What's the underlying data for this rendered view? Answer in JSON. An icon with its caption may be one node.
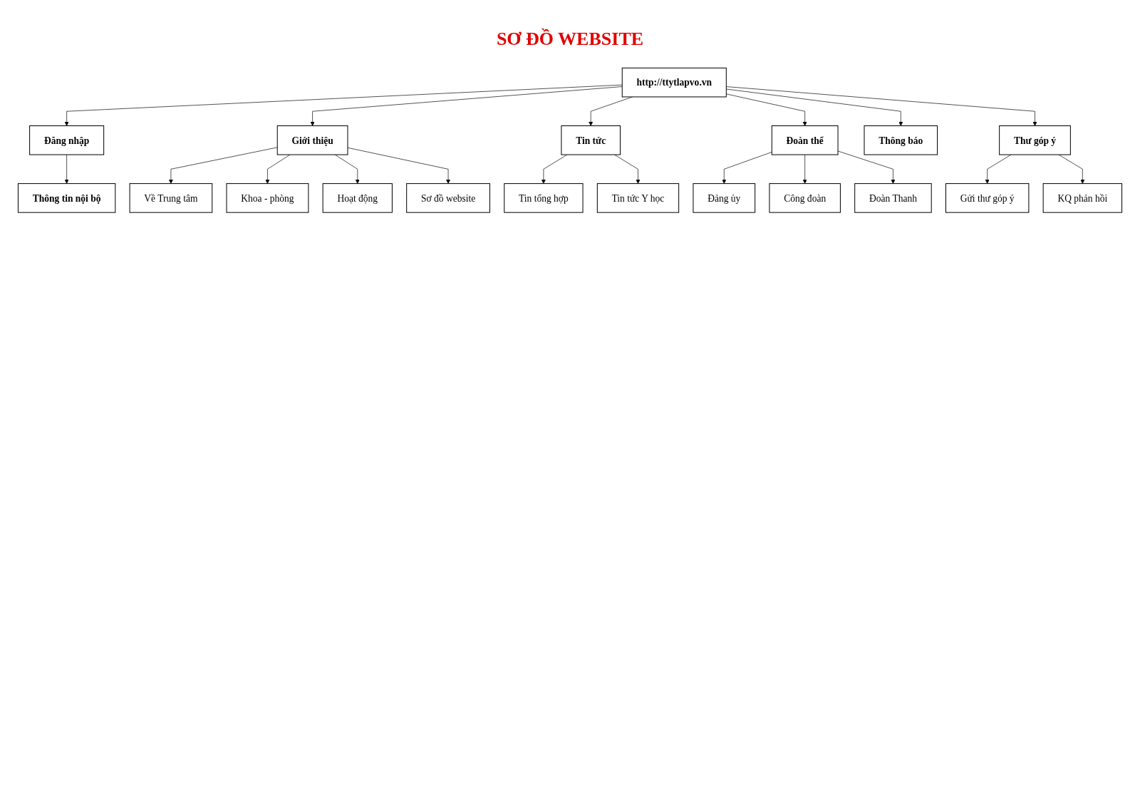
{
  "diagram": {
    "title": "SƠ ĐỒ WEBSITE",
    "nodes": [
      {
        "text": [
          "http://ttytlapvo.vn"
        ]
      },
      {
        "text": [
          "Đăng nhập"
        ]
      },
      {
        "text": [
          "Thông tin nội bộ"
        ]
      },
      {
        "text": [
          "Giới thiệu"
        ]
      },
      {
        "text": [
          "Tin tức"
        ]
      },
      {
        "text": [
          "Đoàn thể"
        ]
      },
      {
        "text": [
          "Thông báo"
        ]
      },
      {
        "text": [
          "Thư góp ý"
        ]
      },
      {
        "text": [
          "Về Trung tâm"
        ]
      },
      {
        "text": [
          "Khoa - phòng"
        ]
      },
      {
        "text": [
          "Hoạt động"
        ]
      },
      {
        "text": [
          "Sơ đồ website"
        ]
      },
      {
        "text": [
          "Tin tổng hợp"
        ]
      },
      {
        "text": [
          "Tin tức Y học"
        ]
      },
      {
        "text": [
          "Đảng ủy"
        ]
      },
      {
        "text": [
          "Công đoàn"
        ]
      },
      {
        "text": [
          "Đoàn Thanh"
        ]
      },
      {
        "text": [
          "Gửi thư góp ý"
        ]
      },
      {
        "text": [
          "KQ phản hồi"
        ]
      }
    ],
    "edges": [
      {
        "from": 0,
        "to": 1,
        "arrow": "to"
      },
      {
        "from": 1,
        "to": 2,
        "arrow": "to"
      },
      {
        "from": 0,
        "to": 3,
        "arrow": "to"
      },
      {
        "from": 0,
        "to": 4,
        "arrow": "to"
      },
      {
        "from": 0,
        "to": 5,
        "arrow": "to"
      },
      {
        "from": 0,
        "to": 6,
        "arrow": "to"
      },
      {
        "from": 0,
        "to": 7,
        "arrow": "to"
      },
      {
        "from": 3,
        "to": 8,
        "arrow": "to"
      },
      {
        "from": 3,
        "to": 9,
        "arrow": "to"
      },
      {
        "from": 3,
        "to": 10,
        "arrow": "to"
      },
      {
        "from": 3,
        "to": 11,
        "arrow": "to"
      },
      {
        "from": 4,
        "to": 12,
        "arrow": "to"
      },
      {
        "from": 4,
        "to": 13,
        "arrow": "to"
      },
      {
        "from": 5,
        "to": 14,
        "arrow": "to"
      },
      {
        "from": 5,
        "to": 15,
        "arrow": "to"
      },
      {
        "from": 5,
        "to": 16,
        "arrow": "to"
      },
      {
        "from": 7,
        "to": 17,
        "arrow": "to"
      },
      {
        "from": 7,
        "to": 18,
        "arrow": "to"
      }
    ]
  }
}
